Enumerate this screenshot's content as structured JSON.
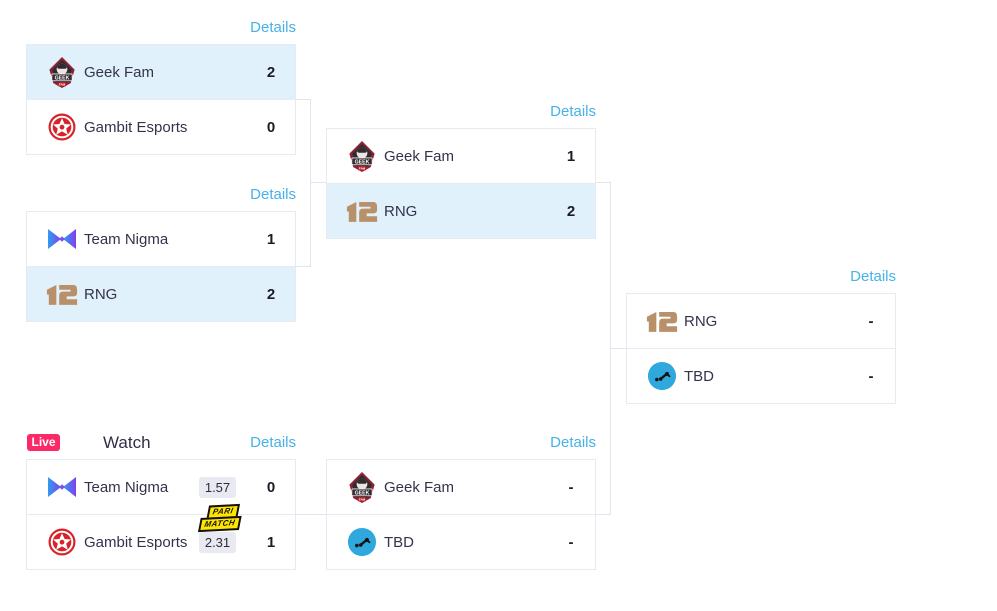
{
  "links": {
    "details_label": "Details"
  },
  "live_header": {
    "live_label": "Live",
    "watch_label": "Watch"
  },
  "sponsor": {
    "name": "Parimatch",
    "line1": "PARI",
    "line2": "MATCH"
  },
  "matches": [
    {
      "id": "upper-semifinal-1",
      "details_label": "Details",
      "teams": [
        {
          "name": "Geek Fam",
          "icon": "geek-fam-logo",
          "score": "2",
          "highlighted": true
        },
        {
          "name": "Gambit Esports",
          "icon": "gambit-esports-logo",
          "score": "0",
          "highlighted": false
        }
      ]
    },
    {
      "id": "upper-semifinal-2",
      "details_label": "Details",
      "teams": [
        {
          "name": "Team Nigma",
          "icon": "team-nigma-logo",
          "score": "1",
          "highlighted": false
        },
        {
          "name": "RNG",
          "icon": "rng-logo",
          "score": "2",
          "highlighted": true
        }
      ]
    },
    {
      "id": "upper-final",
      "details_label": "Details",
      "teams": [
        {
          "name": "Geek Fam",
          "icon": "geek-fam-logo",
          "score": "1",
          "highlighted": false
        },
        {
          "name": "RNG",
          "icon": "rng-logo",
          "score": "2",
          "highlighted": true
        }
      ]
    },
    {
      "id": "grand-final",
      "details_label": "Details",
      "teams": [
        {
          "name": "RNG",
          "icon": "rng-logo",
          "score": "-",
          "highlighted": false
        },
        {
          "name": "TBD",
          "icon": "tbd-logo",
          "score": "-",
          "highlighted": false
        }
      ]
    },
    {
      "id": "live-match",
      "details_label": "Details",
      "live_label": "Live",
      "watch_label": "Watch",
      "teams": [
        {
          "name": "Team Nigma",
          "icon": "team-nigma-logo",
          "odds": "1.57",
          "score": "0",
          "highlighted": false
        },
        {
          "name": "Gambit Esports",
          "icon": "gambit-esports-logo",
          "odds": "2.31",
          "score": "1",
          "highlighted": false
        }
      ]
    },
    {
      "id": "lower-final",
      "details_label": "Details",
      "teams": [
        {
          "name": "Geek Fam",
          "icon": "geek-fam-logo",
          "score": "-",
          "highlighted": false
        },
        {
          "name": "TBD",
          "icon": "tbd-logo",
          "score": "-",
          "highlighted": false
        }
      ]
    }
  ],
  "colors": {
    "accent_link": "#47b1e8",
    "row_highlight": "#e1f1fb",
    "card_border": "#e8eaf2",
    "connector": "#e0e4ee",
    "live_badge": "#fb2966",
    "odds_badge_bg": "#e9e9f2",
    "text_dark": "#33334c",
    "score_text": "#1c1c28",
    "parimatch_yellow": "#ffe500",
    "tbd_circle": "#2fa9dd",
    "rng_gold": "#b8916a",
    "gambit_red": "#d8232a",
    "nigma_blue": "#2e9df2",
    "nigma_purple": "#8040ea",
    "geekfam_maroon": "#8c2332"
  }
}
